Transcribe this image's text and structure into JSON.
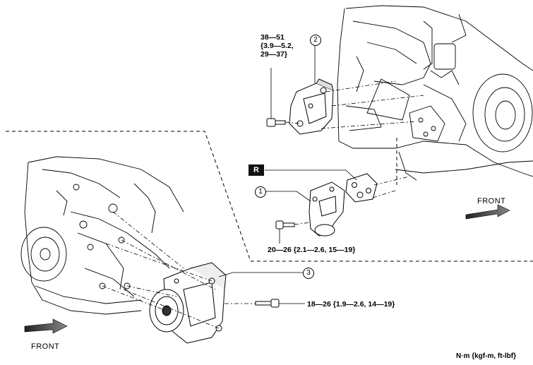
{
  "callouts": {
    "c1": "1",
    "c2": "2",
    "c3": "3"
  },
  "reuse_mark": "R",
  "torques": {
    "t_bracket_bolt_lines": [
      "38—51",
      "{3.9—5.2,",
      "29—37}"
    ],
    "t_thermostat_bolt": "20—26 {2.1—2.6, 15—19}",
    "t_compressor_bolt": "18—26 {1.9—2.6, 14—19}"
  },
  "front_labels": {
    "upper": "FRONT",
    "lower": "FRONT"
  },
  "units_note": "N·m {kgf-m, ft-lbf}"
}
